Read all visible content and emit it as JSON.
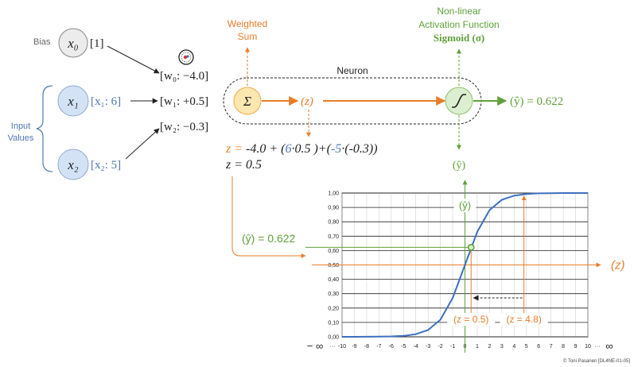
{
  "colors": {
    "orange": "#e87d2a",
    "green": "#5fa13a",
    "blue": "#3e6fbf",
    "input_blue": "#4f77b5",
    "node_fill_blue": "#d4e2f5",
    "sum_fill": "#fde7b0",
    "act_fill": "#dbeecf",
    "bias_fill": "#ececec",
    "dark": "#222222",
    "grey": "#666666"
  },
  "labels": {
    "bias": "Bias",
    "input_values_line1": "Input",
    "input_values_line2": "Values",
    "weighted_line1": "Weighted",
    "weighted_line2": "Sum",
    "neuron": "Neuron",
    "act_line1": "Non-linear",
    "act_line2": "Activation Function",
    "sigmoid": "Sigmoid (σ)",
    "sigma_symbol": "Σ",
    "z_paren": "(z)",
    "yhat_out": "(ŷ) = 0.622",
    "yhat_below": "(ŷ)",
    "credit": "© Toni Pasanen [DL4NE-01-05]"
  },
  "nodes": {
    "x0": "x₀",
    "x0_val": "[1]",
    "x1": "x₁",
    "x1_val": "[x₁: 6]",
    "x2": "x₂",
    "x2_val": "[x₂: 5]"
  },
  "weights": {
    "w0": "[w₀: −4.0]",
    "w1": "[w₁: +0.5]",
    "w2": "[w₂: −0.3]"
  },
  "equation": {
    "z_eq": "z =",
    "p1": " -4.0 + (",
    "six": "6",
    "p2": "·0.5 )+(",
    "minus5": "-5",
    "p3": "·(-0.3))",
    "line2": "z = 0.5"
  },
  "chart_data": {
    "type": "line",
    "series": [
      {
        "x": [
          -10,
          -9,
          -8,
          -7,
          -6,
          -5,
          -4,
          -3,
          -2,
          -1,
          0,
          1,
          2,
          3,
          4,
          5,
          6,
          7,
          8,
          9,
          10
        ],
        "values": [
          5e-05,
          0.0001,
          0.0003,
          0.0009,
          0.0025,
          0.0067,
          0.018,
          0.047,
          0.119,
          0.269,
          0.5,
          0.731,
          0.881,
          0.953,
          0.982,
          0.993,
          0.998,
          0.999,
          1.0,
          1.0,
          1.0
        ]
      }
    ],
    "x_ticks": [
      "-10",
      "-9",
      "-8",
      "-7",
      "-6",
      "-5",
      "-4",
      "-3",
      "-2",
      "-1",
      "0",
      "1",
      "2",
      "3",
      "4",
      "5",
      "6",
      "7",
      "8",
      "9",
      "10"
    ],
    "y_ticks": [
      "0,00",
      "0,10",
      "0,20",
      "0,30",
      "0,40",
      "0,50",
      "0,60",
      "0,70",
      "0,80",
      "0,90",
      "1,00"
    ],
    "xlim": [
      -10,
      10
    ],
    "ylim": [
      0,
      1
    ],
    "grid": true,
    "x_infinity_left": "− ∞",
    "x_infinity_right": "∞",
    "x_dots": "···",
    "x_axis_label": "(z)",
    "y_axis_label": "(ŷ)",
    "yhat_label": "(ŷ) = 0.622",
    "marker_point": {
      "x": 0.5,
      "y": 0.622
    },
    "guide_z": 4.8,
    "guide_y": 0.99,
    "z05_label": "(z = 0.5)",
    "z48_label": "(z = 4.8)"
  }
}
